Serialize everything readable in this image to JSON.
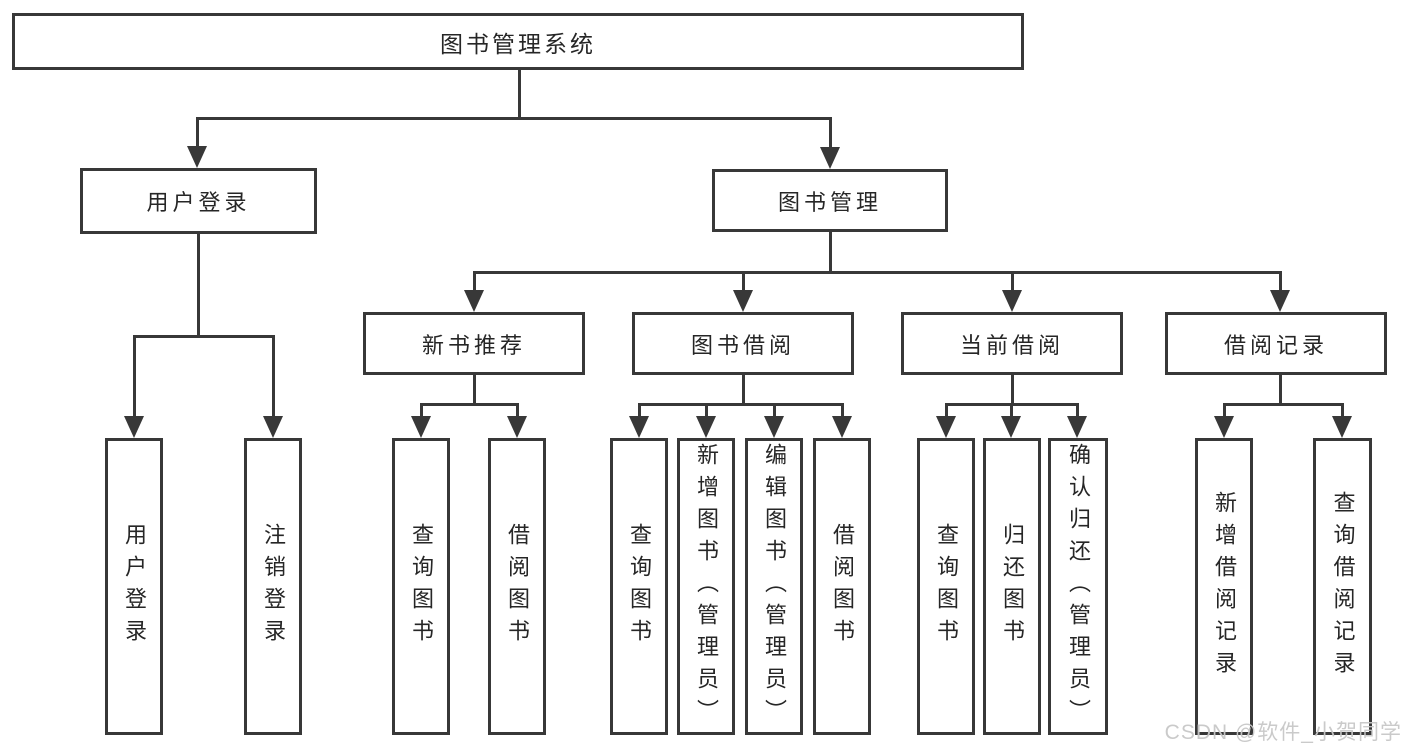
{
  "diagram": {
    "root": "图书管理系统",
    "user_login": "用户登录",
    "book_mgmt": "图书管理",
    "login": "用户登录",
    "logout": "注销登录",
    "new_books": "新书推荐",
    "book_borrow": "图书借阅",
    "current_borrow": "当前借阅",
    "borrow_records": "借阅记录",
    "nb_query": "查询图书",
    "nb_borrow": "借阅图书",
    "bb_query": "查询图书",
    "bb_add": "新增图书（管理员）",
    "bb_edit": "编辑图书（管理员）",
    "bb_borrow": "借阅图书",
    "cb_query": "查询图书",
    "cb_return": "归还图书",
    "cb_confirm": "确认归还（管理员）",
    "br_add": "新增借阅记录",
    "br_query": "查询借阅记录"
  },
  "watermark": "CSDN @软件_小贺同学",
  "colors": {
    "line": "#383838",
    "text": "#262626",
    "watermark": "#c8c8c8",
    "background": "#ffffff"
  }
}
